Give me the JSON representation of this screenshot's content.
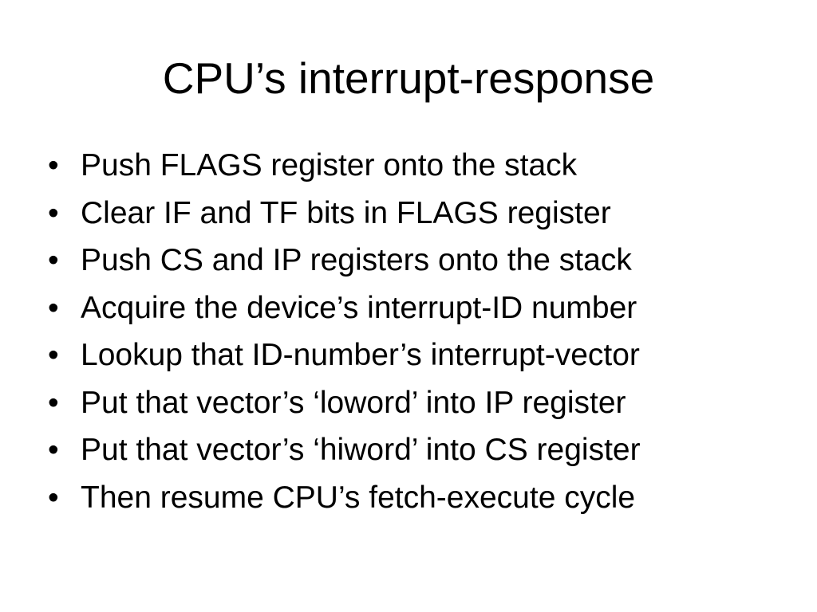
{
  "slide": {
    "title": "CPU’s interrupt-response",
    "bullet_glyph": "•",
    "bullets": [
      "Push FLAGS register onto the stack",
      "Clear IF and TF bits in FLAGS register",
      "Push CS and IP registers onto the stack",
      "Acquire the device’s interrupt-ID number",
      "Lookup that ID-number’s interrupt-vector",
      "Put that vector’s ‘loword’ into IP register",
      "Put that vector’s ‘hiword’ into CS register",
      "Then resume CPU’s fetch-execute cycle"
    ]
  }
}
